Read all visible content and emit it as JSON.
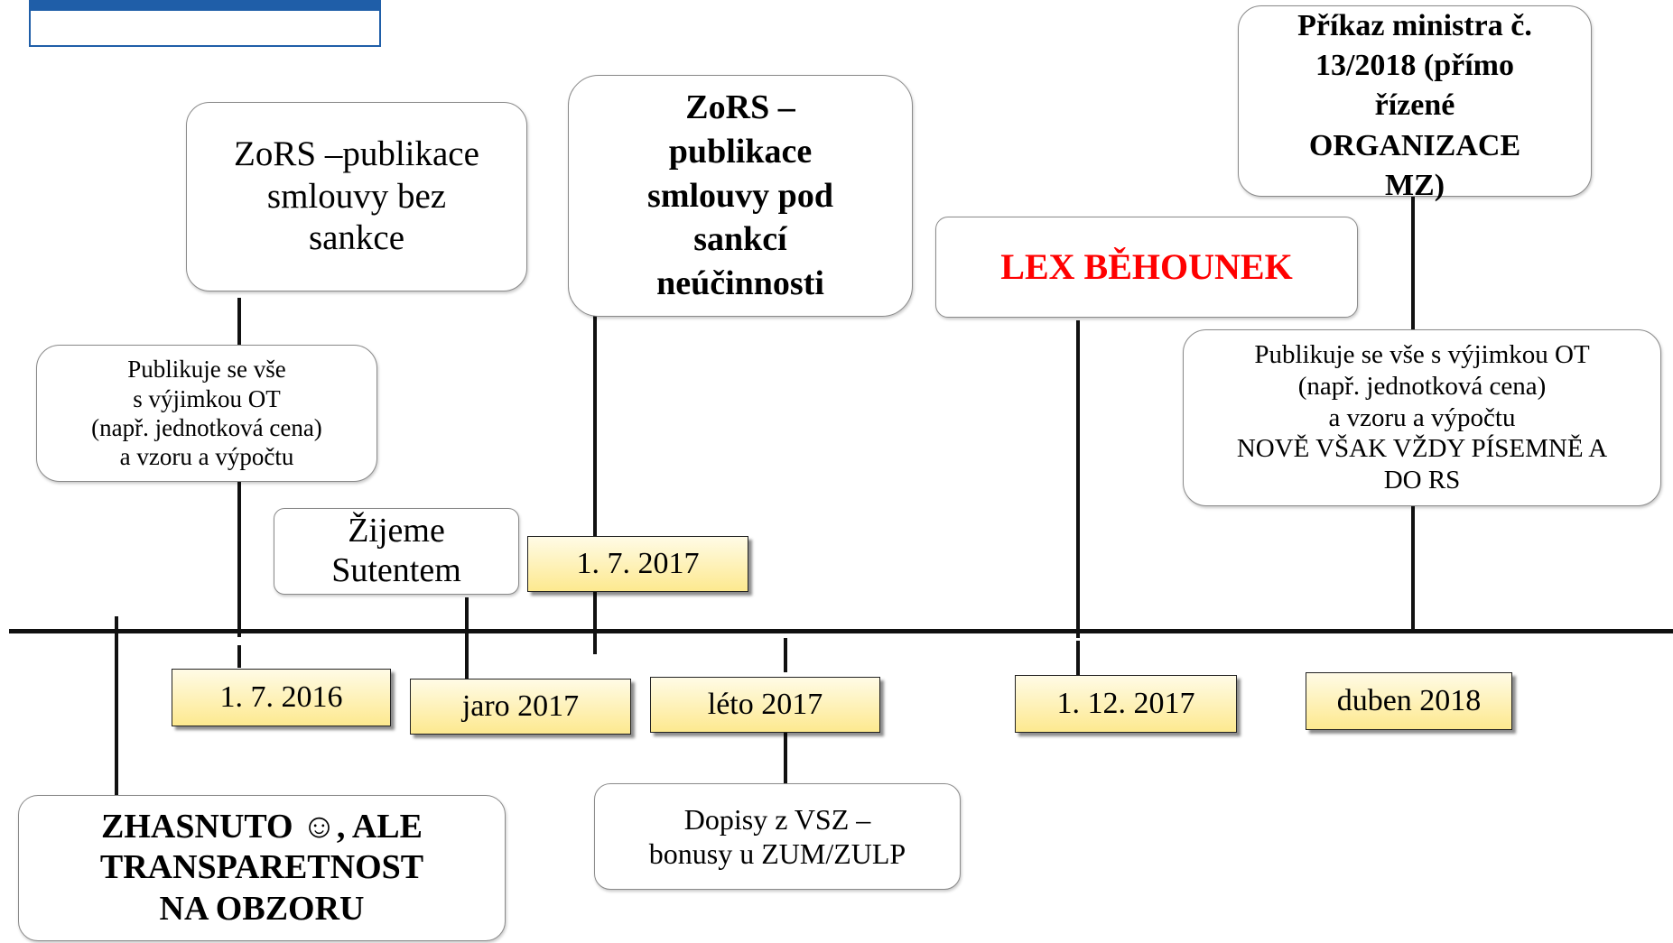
{
  "events": {
    "zors_bez_sankce": [
      "ZoRS –publikace",
      "smlouvy bez",
      "sankce"
    ],
    "zors_pod_sankci": [
      "ZoRS –",
      "publikace",
      "smlouvy pod",
      "sankcí",
      "neúčinnosti"
    ],
    "prikaz_ministra": [
      "Příkaz ministra č.",
      "13/2018 (přímo",
      "řízené",
      "ORGANIZACE",
      "MZ)"
    ],
    "lex_behounek": [
      "LEX BĚHOUNEK"
    ],
    "publikuje_1": [
      "Publikuje se vše",
      "s výjimkou OT",
      "(např. jednotková cena)",
      "a vzoru a výpočtu"
    ],
    "publikuje_2": [
      "Publikuje se vše s výjimkou OT",
      "(např. jednotková cena)",
      "a vzoru a výpočtu",
      "NOVĚ VŠAK VŽDY PÍSEMNĚ A",
      "DO RS"
    ],
    "zijeme": [
      "Žijeme",
      "Sutentem"
    ],
    "dopisy": [
      "Dopisy z VSZ –",
      "bonusy u ZUM/ZULP"
    ],
    "zhasnuto": [
      "ZHASNUTO ☺, ALE",
      "TRANSPARETNOST",
      "NA OBZORU"
    ]
  },
  "dates": {
    "d_2016": "1. 7. 2016",
    "d_2017_jul": "1. 7. 2017",
    "d_jaro": "jaro 2017",
    "d_leto": "léto 2017",
    "d_dec": "1. 12. 2017",
    "d_duben": "duben 2018"
  },
  "colors": {
    "highlight": "#ff0000",
    "date_fill": "#fde98f",
    "logo": "#1f5ea8"
  }
}
